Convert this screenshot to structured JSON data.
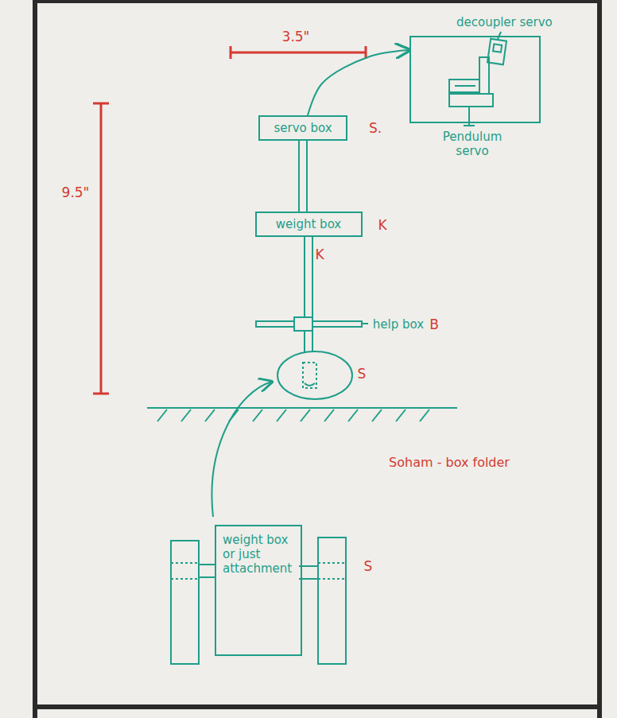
{
  "diagram": {
    "nodes": [
      {
        "text": [
          "servo box"
        ]
      },
      {
        "text": [
          "decoupler servo",
          "Pendulum servo"
        ]
      },
      {
        "text": [
          "weight box"
        ]
      },
      {
        "text": [
          "weight box or just attachment"
        ]
      }
    ],
    "edges": [
      {
        "from": 0,
        "to": 1,
        "arrow": "to"
      },
      {
        "from": 0,
        "to": 2,
        "arrow": "none"
      }
    ],
    "labels": [
      "3.5\"",
      "9.5\"",
      "S.",
      "K",
      "K",
      "help box",
      "B",
      "S",
      "Soham - box folder",
      "S"
    ]
  }
}
